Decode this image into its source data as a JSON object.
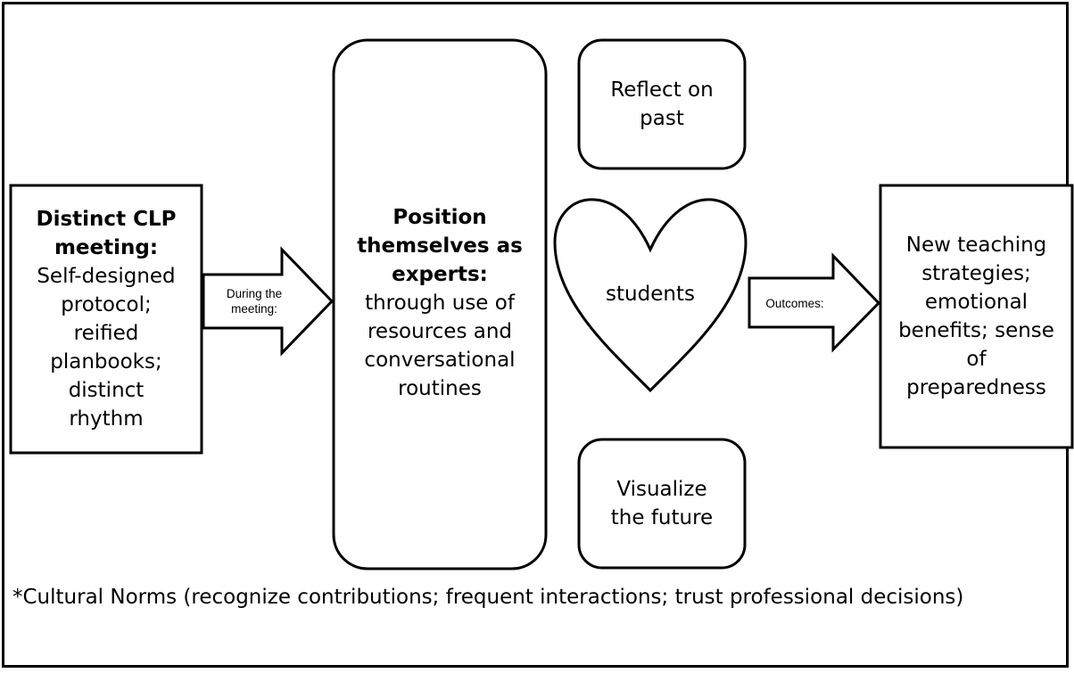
{
  "box_left": {
    "title_lines": [
      "Distinct CLP",
      "meeting:"
    ],
    "body_lines": [
      "Self-designed",
      "protocol;",
      "reified",
      "planbooks;",
      "distinct",
      "rhythm"
    ]
  },
  "arrow_left_label_lines": [
    "During the",
    "meeting:"
  ],
  "box_center": {
    "title_lines": [
      "Position",
      "themselves as",
      "experts:"
    ],
    "body_lines": [
      "through use of",
      "resources and",
      "conversational",
      "routines"
    ]
  },
  "box_top": {
    "lines": [
      "Reflect on",
      "past"
    ]
  },
  "heart": {
    "label": "students"
  },
  "box_bottom": {
    "lines": [
      "Visualize",
      "the future"
    ]
  },
  "arrow_right_label": "Outcomes:",
  "box_right": {
    "lines": [
      "New teaching",
      "strategies;",
      "emotional",
      "benefits; sense",
      "of",
      "preparedness"
    ]
  },
  "footnote": "*Cultural Norms (recognize contributions; frequent interactions; trust professional decisions)"
}
